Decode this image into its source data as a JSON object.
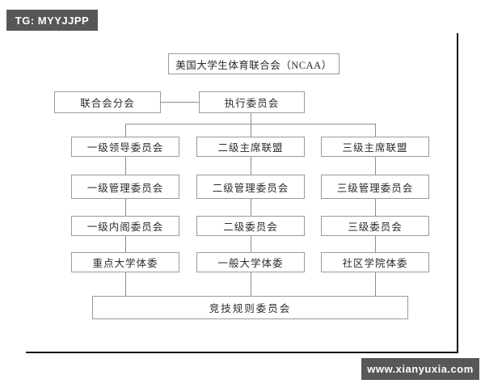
{
  "diagram": {
    "type": "org-chart",
    "title_node": {
      "label": "美国大学生体育联合会（NCAA）"
    },
    "row2": [
      {
        "label": "联合会分会"
      },
      {
        "label": "执行委员会"
      }
    ],
    "columns": [
      {
        "name": "division-one",
        "nodes": [
          {
            "label": "一级领导委员会"
          },
          {
            "label": "一级管理委员会"
          },
          {
            "label": "一级内阁委员会"
          },
          {
            "label": "重点大学体委"
          }
        ]
      },
      {
        "name": "division-two",
        "nodes": [
          {
            "label": "二级主席联盟"
          },
          {
            "label": "二级管理委员会"
          },
          {
            "label": "二级委员会"
          },
          {
            "label": "一般大学体委"
          }
        ]
      },
      {
        "name": "division-three",
        "nodes": [
          {
            "label": "三级主席联盟"
          },
          {
            "label": "三级管理委员会"
          },
          {
            "label": "三级委员会"
          },
          {
            "label": "社区学院体委"
          }
        ]
      }
    ],
    "bottom_node": {
      "label": "竞技规则委员会"
    }
  },
  "watermarks": {
    "top_left": "TG: MYYJJPP",
    "bottom_right": "www.xianyuxia.com"
  },
  "colors": {
    "box_border": "#9a9a9a",
    "connector": "#8d8d8d",
    "text": "#2b2b2b",
    "watermark_bg": "#575757",
    "watermark_text": "#ffffff",
    "frame": "#111111",
    "background": "#ffffff"
  }
}
